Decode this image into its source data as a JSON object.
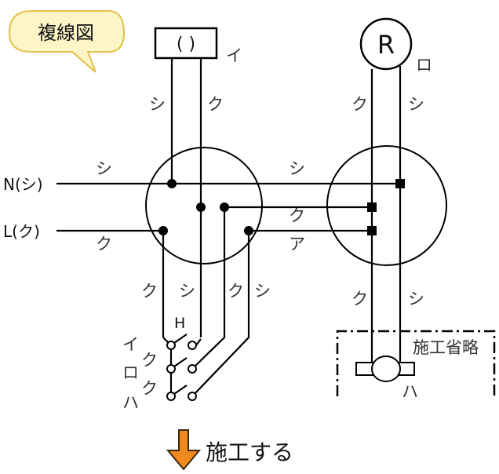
{
  "title": "複線図",
  "box_label": "( )",
  "box_tag": "イ",
  "lamp_symbol": "R",
  "lamp_tag": "ロ",
  "line_n": "N(シ)",
  "line_l": "L(ク)",
  "wire_labels": {
    "box_left": "シ",
    "box_right": "ク",
    "lamp_top_left": "ク",
    "lamp_top_right": "シ",
    "n_left": "シ",
    "l_left": "ク",
    "n_mid": "シ",
    "mid_ku": "ク",
    "mid_a": "ア",
    "bottom_1": "ク",
    "bottom_2": "シ",
    "bottom_3": "ク",
    "bottom_4": "シ",
    "lamp_bot_left": "ク",
    "lamp_bot_right": "シ"
  },
  "switch_h": "H",
  "switch_labels": [
    "イ",
    "ク",
    "ロ",
    "ク",
    "ハ"
  ],
  "omitted_label": "施工省略",
  "receptacle_tag": "ハ",
  "action_label": "施工する",
  "colors": {
    "callout_fill": "#fdf5c8",
    "callout_stroke": "#e3c04a",
    "arrow": "#f08a1f",
    "arrow_stroke": "#3a2a10"
  }
}
